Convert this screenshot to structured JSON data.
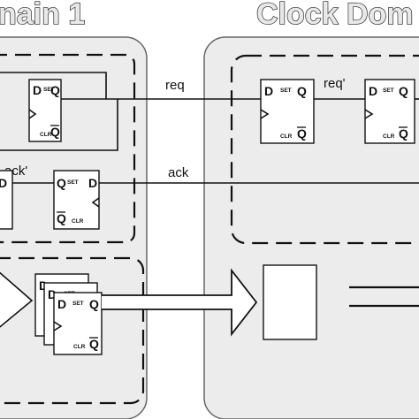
{
  "titles": {
    "domain1": "nain 1",
    "domain2": "Clock Dom"
  },
  "signals": {
    "req": "req",
    "req_sync": "req'",
    "ack": "ack",
    "ack_sync": "ack'"
  },
  "flipflop": {
    "d": "D",
    "q": "Q",
    "qbar": "Q",
    "set": "SET",
    "clr": "CLR"
  },
  "colors": {
    "domain_fill": "#ececec",
    "line": "#111111"
  }
}
